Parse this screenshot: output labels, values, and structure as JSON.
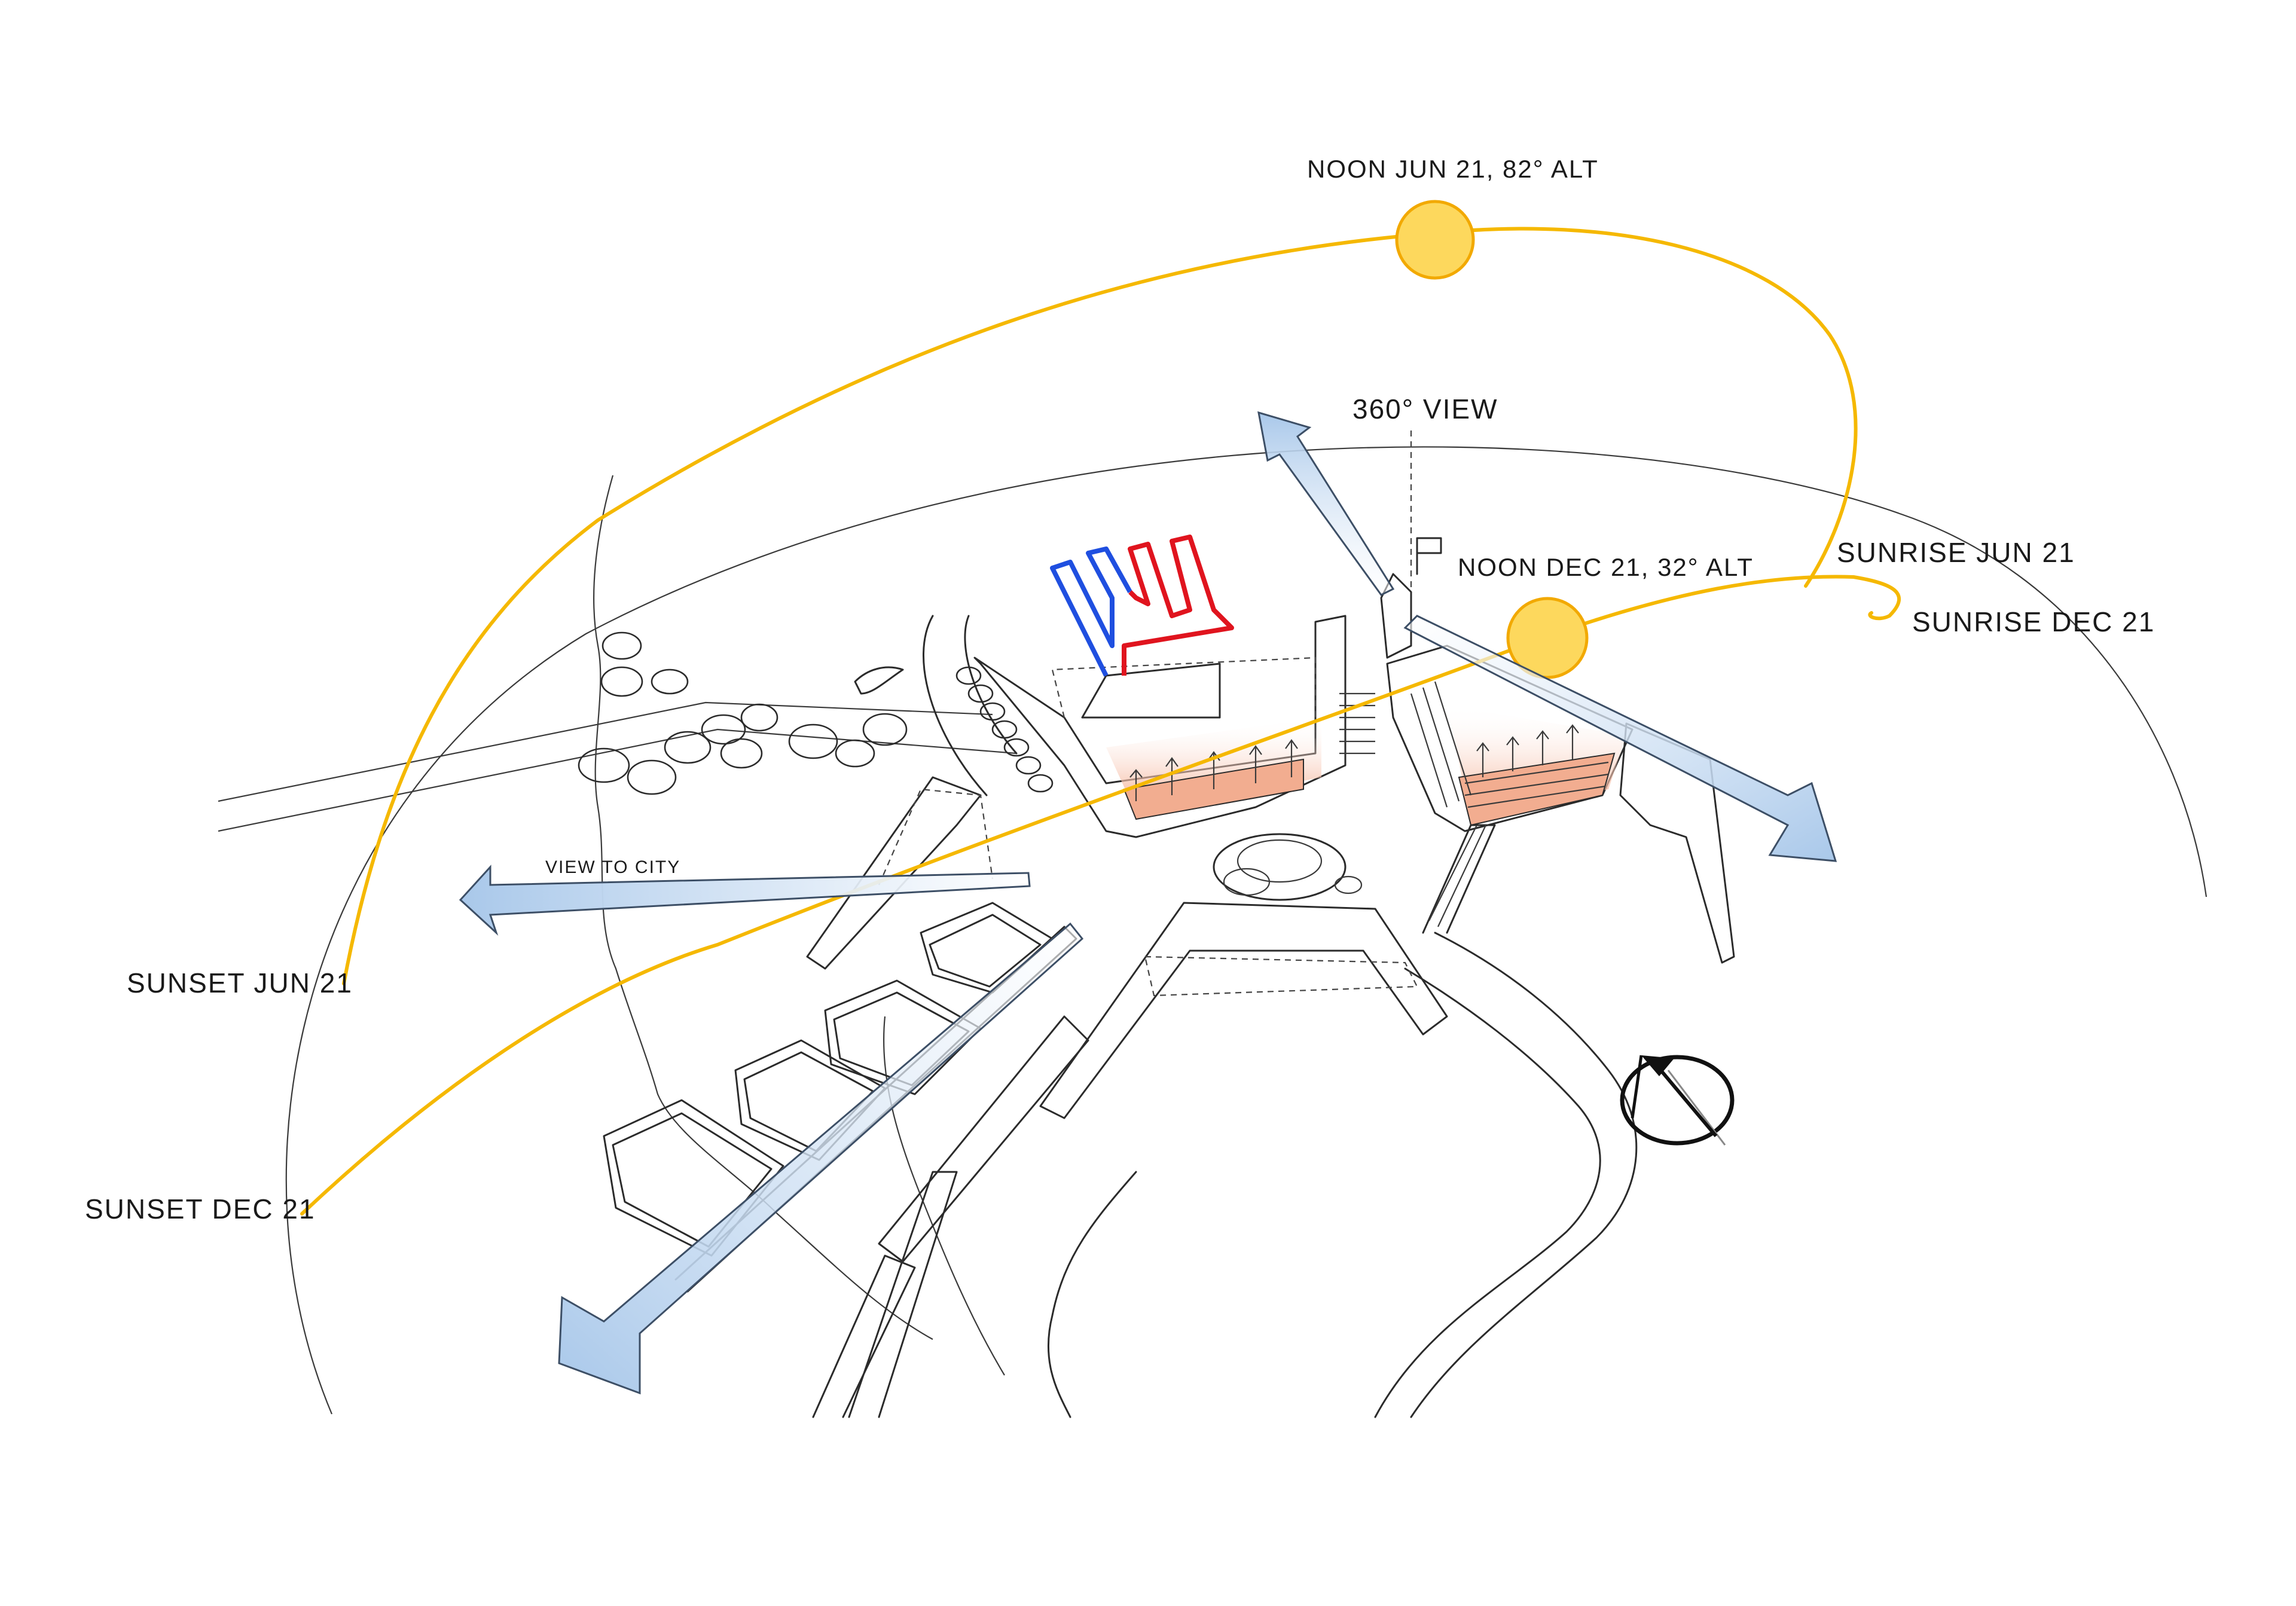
{
  "labels": {
    "noon_jun21": "NOON JUN 21, 82° ALT",
    "view_360": "360° VIEW",
    "noon_dec21": "NOON DEC 21, 32° ALT",
    "sunrise_jun21": "SUNRISE JUN 21",
    "sunrise_dec21": "SUNRISE DEC 21",
    "sunset_jun21": "SUNSET JUN 21",
    "sunset_dec21": "SUNSET DEC 21",
    "view_to_city": "VIEW TO CITY"
  },
  "icons": {
    "sun": "sun-icon",
    "north_arrow": "north-arrow-icon",
    "flag": "flag-icon"
  },
  "colors": {
    "sun_path": "#f5b800",
    "sun_fill": "#fdd85d",
    "sun_stroke": "#f2a900",
    "view_arrow": "#a9c8ea",
    "heat_gradient": "#f2a07f",
    "pipe_cold": "#1f4fe0",
    "pipe_hot": "#e0141e",
    "linework": "#2b2b2b"
  }
}
